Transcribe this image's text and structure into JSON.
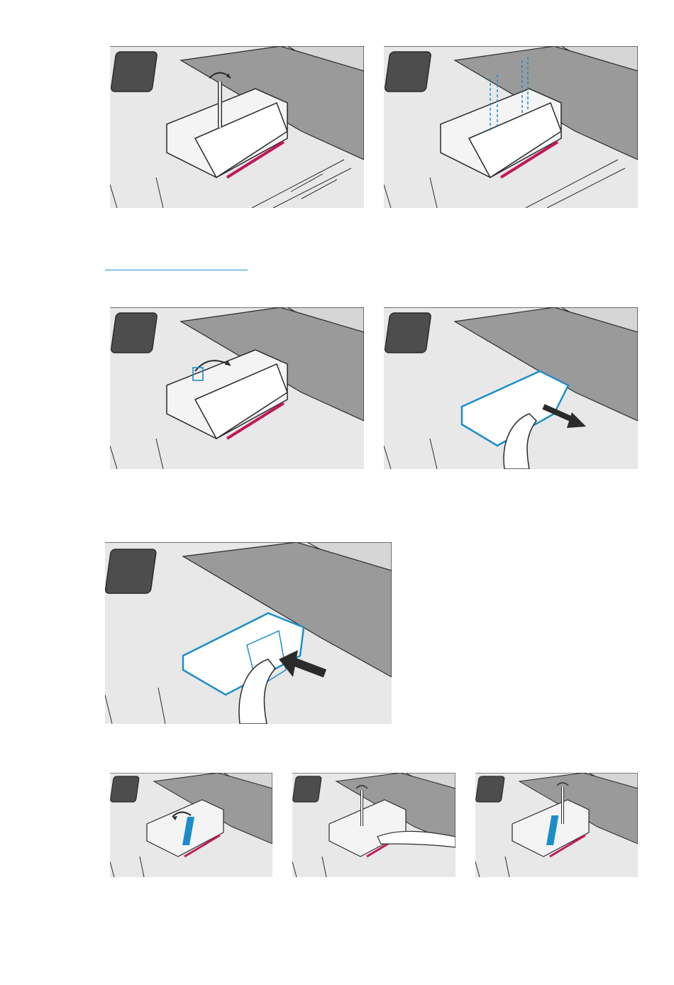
{
  "page": {
    "background": "#ffffff"
  },
  "colors": {
    "panel_background": "#e8e8e8",
    "dark_surface": "#9a9a9a",
    "screen": "#4d4d4d",
    "line": "#2b2b2b",
    "highlight_blue": "#1b8ec8",
    "seal_magenta": "#c2185b",
    "link_underline": "#1f8fd6"
  },
  "figures": [
    {
      "id": "step-1",
      "icon": "screwdriver-icon",
      "action": "loosen-screw"
    },
    {
      "id": "step-2",
      "icon": "screws-icon",
      "action": "screws-removed"
    },
    {
      "id": "step-3",
      "icon": "rotate-arrow-icon",
      "action": "open-latch"
    },
    {
      "id": "step-4",
      "icon": "arrow-right-icon",
      "action": "pull-out"
    },
    {
      "id": "step-5",
      "icon": "arrow-left-icon",
      "action": "push-in"
    },
    {
      "id": "step-6",
      "icon": "rotate-arrow-icon",
      "action": "close-latch"
    },
    {
      "id": "step-7",
      "icon": "screwdriver-icon",
      "action": "tighten-screw-1"
    },
    {
      "id": "step-8",
      "icon": "screwdriver-icon",
      "action": "tighten-screw-2"
    }
  ]
}
